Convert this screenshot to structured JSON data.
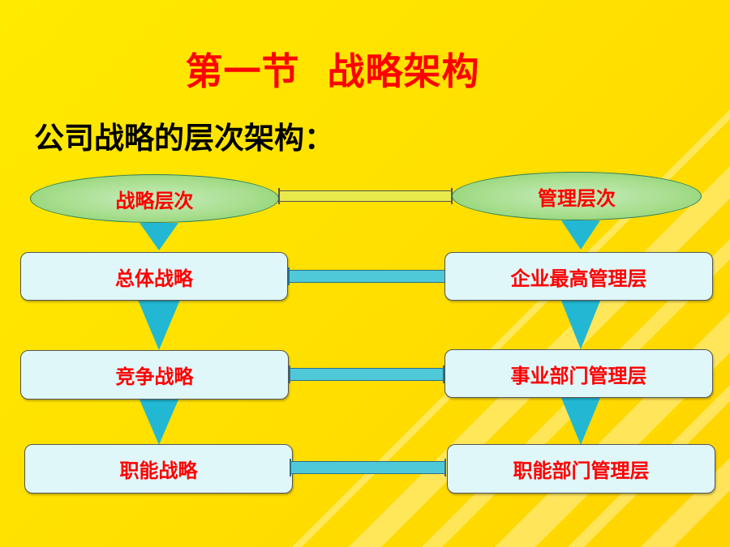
{
  "slide": {
    "title": "第一节  战略架构",
    "subtitle": "公司战略的层次架构："
  },
  "diagram": {
    "left_header": "战略层次",
    "right_header": "管理层次",
    "left_levels": [
      "总体战略",
      "竞争战略",
      "职能战略"
    ],
    "right_levels": [
      "企业最高管理层",
      "事业部门管理层",
      "职能部门管理层"
    ]
  },
  "colors": {
    "title_text": "#ff0000",
    "label_text": "#ff0000",
    "connector_bar": "#4fc9d8",
    "arrow_fill": "#22b8d4",
    "box_fill": "#dff7f9",
    "header_fill": "#a8de8e",
    "background": "#ffe400",
    "stripe": "#ffffff"
  }
}
